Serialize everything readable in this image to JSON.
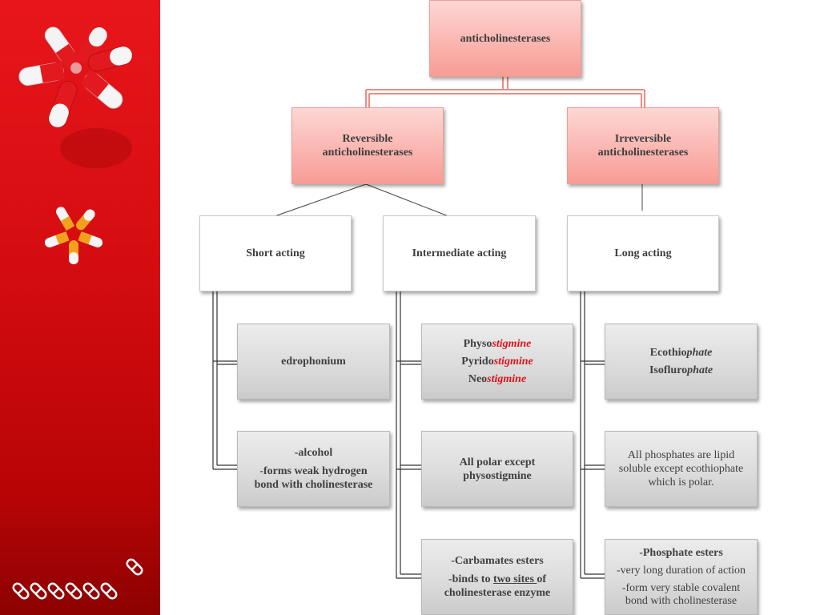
{
  "root": {
    "label": "anticholinesterases"
  },
  "reversible": {
    "line1": "Reversible",
    "line2": "anticholinesterases"
  },
  "irreversible": {
    "line1": "Irreversible",
    "line2": "anticholinesterases"
  },
  "short_acting": {
    "label": "Short acting"
  },
  "intermediate_acting": {
    "label": "Intermediate acting"
  },
  "long_acting": {
    "label": "Long acting"
  },
  "short_examples": {
    "label": "edrophonium"
  },
  "short_props": {
    "line1": "-alcohol",
    "line2": "-forms weak hydrogen",
    "line3": "bond with cholinesterase"
  },
  "intermediate_examples": {
    "items": [
      {
        "prefix": "Physo",
        "suffix": "stigmine"
      },
      {
        "prefix": "Pyrido",
        "suffix": "stigmine"
      },
      {
        "prefix": "Neo",
        "suffix": "stigmine"
      }
    ]
  },
  "intermediate_polarity": {
    "line1": "All polar except",
    "line2": "physostigmine"
  },
  "intermediate_mechanism": {
    "line1": "-Carbamates esters",
    "line2_a": "-binds to ",
    "line2_b": "two sites ",
    "line2_c": "of",
    "line3": "cholinesterase enzyme"
  },
  "long_examples": {
    "items": [
      {
        "prefix": "Ecothio",
        "suffix": "phate"
      },
      {
        "prefix": "Isofluro",
        "suffix": "phate"
      }
    ]
  },
  "long_polarity": {
    "line1": "All phosphates are lipid",
    "line2": "soluble except ecothiophate",
    "line3": "which is polar."
  },
  "long_mechanism": {
    "line1": "-Phosphate esters",
    "line2": "-very long duration of action",
    "line3": "-form very stable covalent",
    "line4": "bond with cholinesterase"
  },
  "colors": {
    "sidebar_red": "#d30c10",
    "pink_box": "#fbb6b1",
    "connector_red": "#f08a80",
    "suffix_red": "#e0141b",
    "grey_box": "#dcdcdc"
  }
}
